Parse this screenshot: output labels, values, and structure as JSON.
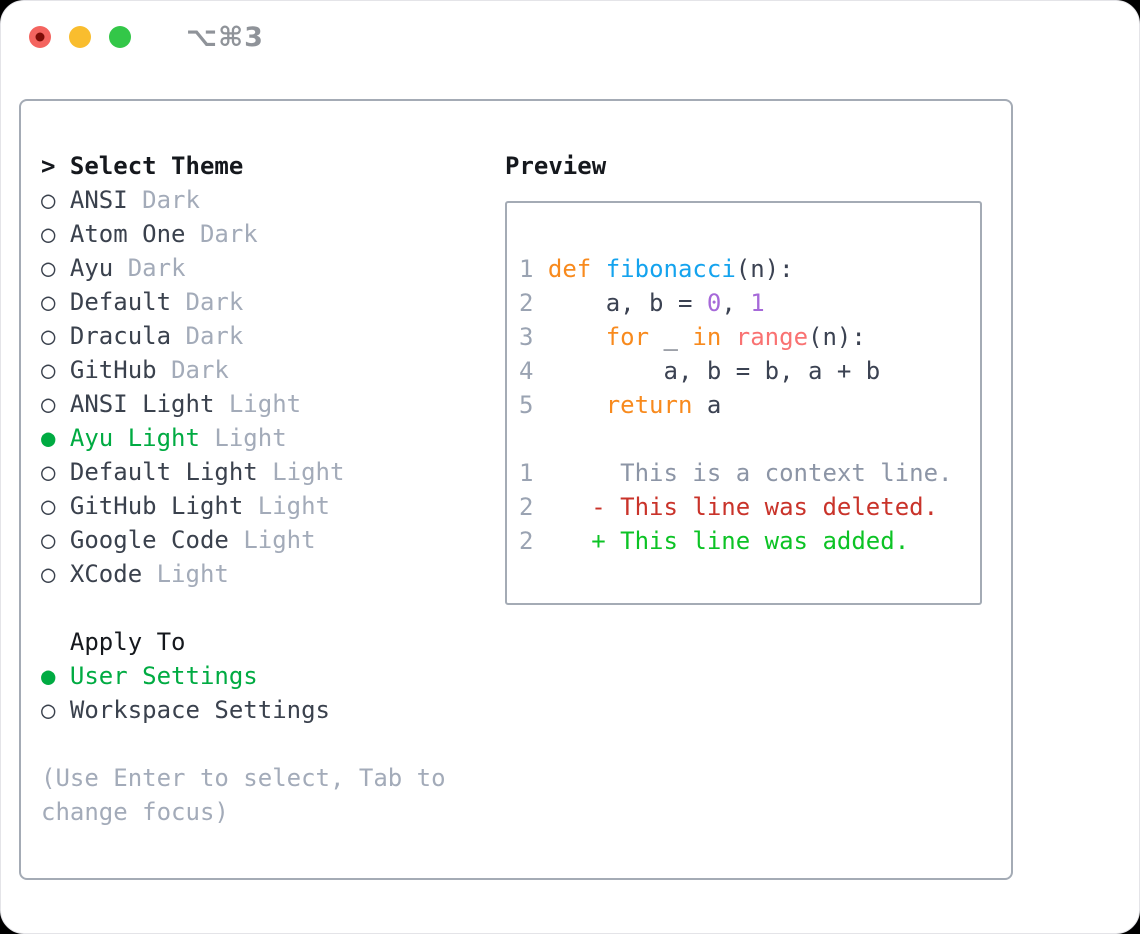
{
  "window": {
    "shortcut": "⌥⌘3"
  },
  "ui": {
    "radio_selected": "●",
    "radio_unselected": "○",
    "accent_green": "#00ab42",
    "border_gray": "#a4abb5",
    "traffic_lights": [
      "close",
      "minimize",
      "zoom"
    ]
  },
  "theme_panel": {
    "title_prefix": ">",
    "title": "Select Theme",
    "themes": [
      {
        "name": "ANSI",
        "variant": "Dark",
        "selected": false
      },
      {
        "name": "Atom One",
        "variant": "Dark",
        "selected": false
      },
      {
        "name": "Ayu",
        "variant": "Dark",
        "selected": false
      },
      {
        "name": "Default",
        "variant": "Dark",
        "selected": false
      },
      {
        "name": "Dracula",
        "variant": "Dark",
        "selected": false
      },
      {
        "name": "GitHub",
        "variant": "Dark",
        "selected": false
      },
      {
        "name": "ANSI Light",
        "variant": "Light",
        "selected": false
      },
      {
        "name": "Ayu Light",
        "variant": "Light",
        "selected": true
      },
      {
        "name": "Default Light",
        "variant": "Light",
        "selected": false
      },
      {
        "name": "GitHub Light",
        "variant": "Light",
        "selected": false
      },
      {
        "name": "Google Code",
        "variant": "Light",
        "selected": false
      },
      {
        "name": "XCode",
        "variant": "Light",
        "selected": false
      }
    ],
    "apply_to": {
      "title": "Apply To",
      "options": [
        {
          "label": "User Settings",
          "selected": true
        },
        {
          "label": "Workspace Settings",
          "selected": false
        }
      ]
    },
    "hint": "(Use Enter to select, Tab to change focus)"
  },
  "preview": {
    "title": "Preview",
    "colors": {
      "gutter": "#9aa3b2",
      "kw": "#f88a1d",
      "fn": "#14a3ee",
      "rng": "#f97272",
      "num": "#a669d9",
      "pl": "#3b4252",
      "ctx": "#8c95a6",
      "del": "#c9332a",
      "add": "#0cc325"
    },
    "lines": [
      {
        "num": "1",
        "tokens": [
          {
            "t": "def",
            "k": "kw"
          },
          {
            "t": " ",
            "k": "pl"
          },
          {
            "t": "fibonacci",
            "k": "fn"
          },
          {
            "t": "(n):",
            "k": "pl"
          }
        ]
      },
      {
        "num": "2",
        "tokens": [
          {
            "t": "    a, b = ",
            "k": "pl"
          },
          {
            "t": "0",
            "k": "num"
          },
          {
            "t": ", ",
            "k": "pl"
          },
          {
            "t": "1",
            "k": "num"
          }
        ]
      },
      {
        "num": "3",
        "tokens": [
          {
            "t": "    ",
            "k": "pl"
          },
          {
            "t": "for",
            "k": "kw"
          },
          {
            "t": " _ ",
            "k": "pl"
          },
          {
            "t": "in",
            "k": "kw"
          },
          {
            "t": " ",
            "k": "pl"
          },
          {
            "t": "range",
            "k": "rng"
          },
          {
            "t": "(n):",
            "k": "pl"
          }
        ]
      },
      {
        "num": "4",
        "tokens": [
          {
            "t": "        a, b = b, a + b",
            "k": "pl"
          }
        ]
      },
      {
        "num": "5",
        "tokens": [
          {
            "t": "    ",
            "k": "pl"
          },
          {
            "t": "return",
            "k": "kw"
          },
          {
            "t": " a",
            "k": "pl"
          }
        ]
      },
      {
        "num": "",
        "tokens": []
      },
      {
        "num": "1",
        "tokens": [
          {
            "t": "     This is a context line.",
            "k": "ctx"
          }
        ]
      },
      {
        "num": "2",
        "tokens": [
          {
            "t": "   - This line was deleted.",
            "k": "del"
          }
        ]
      },
      {
        "num": "2",
        "tokens": [
          {
            "t": "   + This line was added.",
            "k": "add"
          }
        ]
      }
    ]
  }
}
